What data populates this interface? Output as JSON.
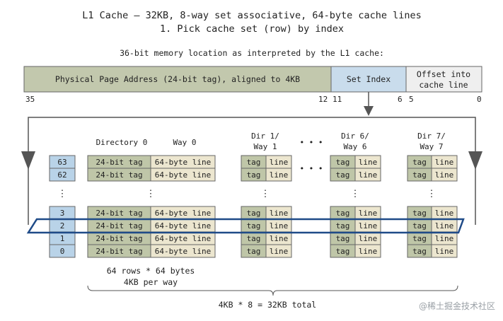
{
  "title": {
    "line1": "L1 Cache – 32KB, 8-way set associative, 64-byte cache lines",
    "line2": "1. Pick cache set (row) by index"
  },
  "address": {
    "caption": "36-bit memory location as interpreted by the L1 cache:",
    "tag_label": "Physical Page Address (24-bit tag), aligned to 4KB",
    "index_label": "Set Index",
    "offset_line1": "Offset into",
    "offset_line2": "cache line",
    "bits": {
      "b35": "35",
      "b12": "12",
      "b11": "11",
      "b6": "6",
      "b5": "5",
      "b0": "0"
    }
  },
  "columns": {
    "dir0": "Directory 0",
    "way0": "Way 0",
    "dir1_line1": "Dir 1/",
    "dir1_line2": "Way 1",
    "dir6_line1": "Dir 6/",
    "dir6_line2": "Way 6",
    "dir7_line1": "Dir 7/",
    "dir7_line2": "Way 7",
    "ellipsis": "• • •"
  },
  "rows": {
    "index_labels": [
      "63",
      "62",
      "3",
      "2",
      "1",
      "0"
    ],
    "vdots": "⋮"
  },
  "cells": {
    "tag_full": "24-bit tag",
    "line_full": "64-byte line",
    "tag_short": "tag",
    "line_short": "line"
  },
  "footer": {
    "rows_line1": "64 rows * 64 bytes",
    "rows_line2": "4KB per way",
    "total": "4KB * 8 = 32KB total"
  },
  "watermark": "@稀土掘金技术社区",
  "colors": {
    "tag_bg": "#c2c8ad",
    "index_bg": "#c9dcec",
    "offset_bg": "#efefef",
    "cell_tag": "#bfc6a8",
    "cell_line": "#ece6cf",
    "row_label": "#b9d3e8",
    "highlight": "#1f4b88",
    "stroke": "#666666",
    "arrow": "#555555"
  }
}
